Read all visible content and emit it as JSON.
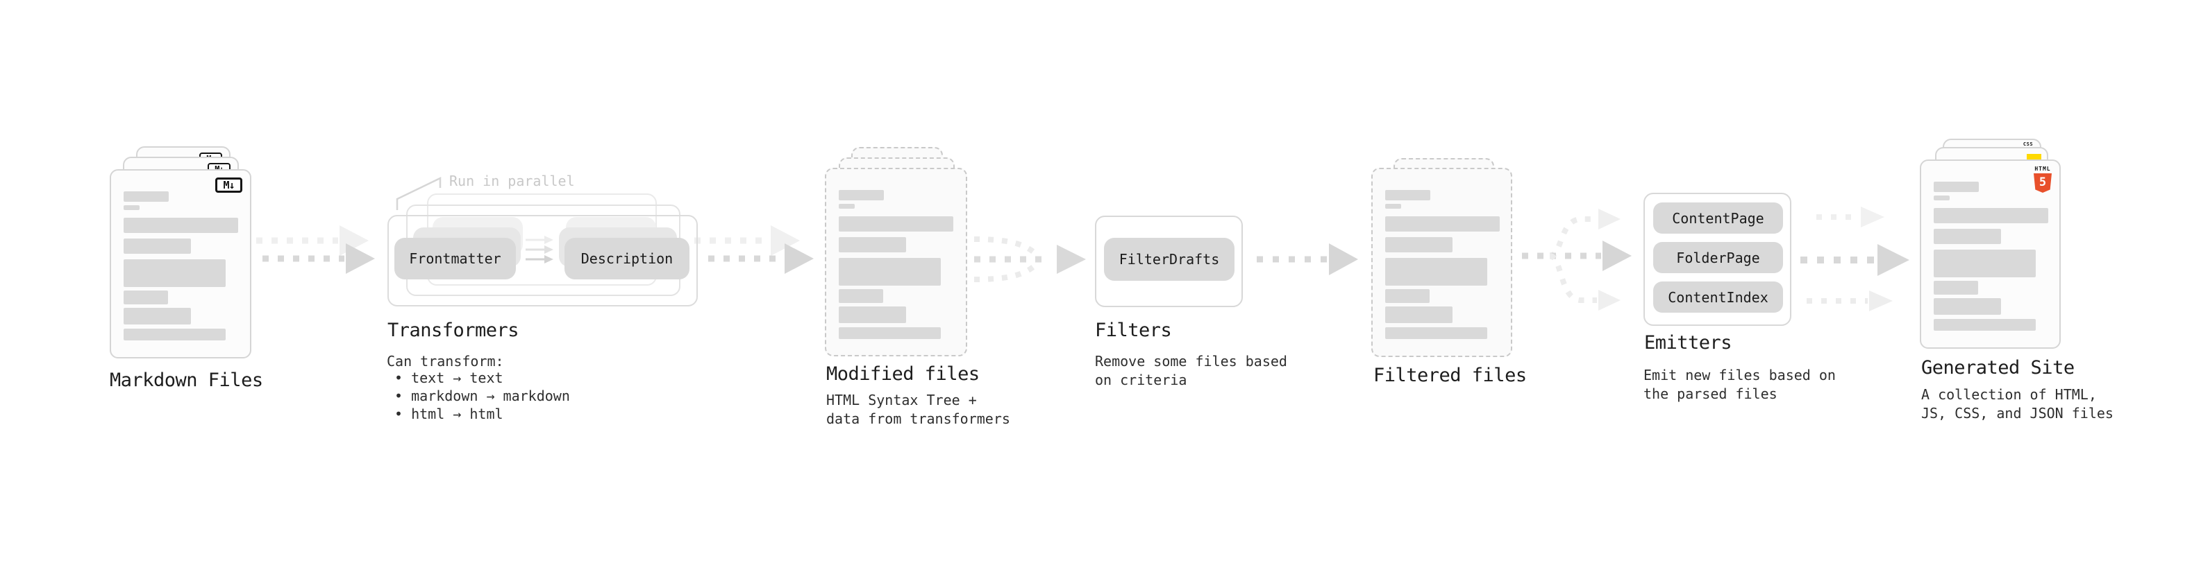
{
  "stages": {
    "markdown": {
      "label": "Markdown Files",
      "file_badge": "M↓"
    },
    "transformers": {
      "label": "Transformers",
      "parallel_note": "Run in parallel",
      "pills": [
        "Frontmatter",
        "Description"
      ],
      "description_heading": "Can transform:",
      "description_items": [
        "• text → text",
        "• markdown → markdown",
        "• html → html"
      ]
    },
    "modified_files": {
      "label": "Modified files",
      "description": "HTML Syntax Tree +\ndata from transformers"
    },
    "filters": {
      "label": "Filters",
      "pills": [
        "FilterDrafts"
      ],
      "description": "Remove some files based\non criteria"
    },
    "filtered_files": {
      "label": "Filtered files"
    },
    "emitters": {
      "label": "Emitters",
      "pills": [
        "ContentPage",
        "FolderPage",
        "ContentIndex"
      ],
      "description": "Emit new files based on\nthe parsed files"
    },
    "generated_site": {
      "label": "Generated Site",
      "description": "A collection of HTML,\nJS, CSS, and JSON files",
      "html5_icon_text": "HTML",
      "html5_icon_number": "5",
      "css_icon_text": "CSS"
    }
  },
  "colors": {
    "html5_orange": "#e8502b",
    "css_blue": "#2a6fe8",
    "js_yellow": "#ffd900",
    "skeleton_bar": "#d9d9d9",
    "arrow_gray": "#d6d6d6",
    "arrow_ghost": "#eeeeee"
  }
}
